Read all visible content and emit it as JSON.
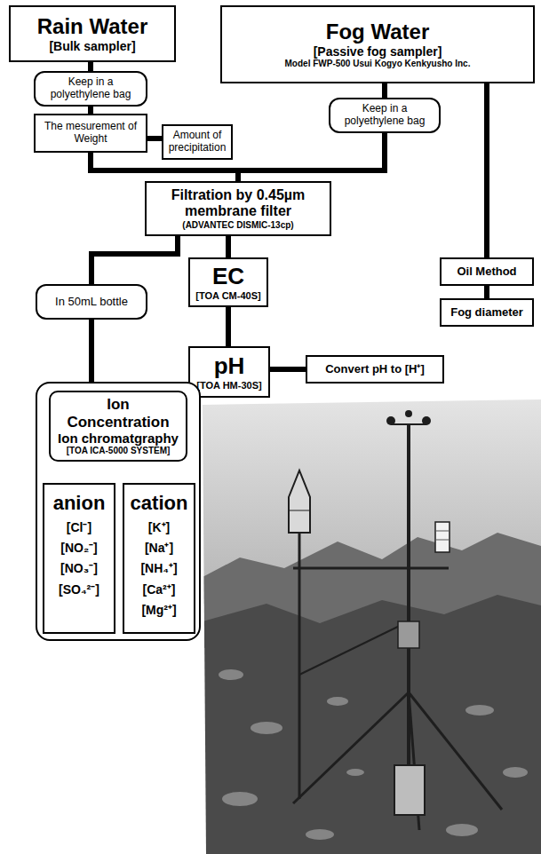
{
  "diagram": {
    "nodes": [
      {
        "text": [
          "Rain Water",
          "[Bulk sampler]"
        ]
      },
      {
        "text": [
          "Fog Water",
          "[Passive fog sampler]",
          "Model FWP-500 Usui Kogyo Kenkyusho Inc."
        ]
      },
      {
        "text": [
          "Keep in a polyethylene bag"
        ]
      },
      {
        "text": [
          "The mesurement of Weight"
        ]
      },
      {
        "text": [
          "Amount of precipitation"
        ]
      },
      {
        "text": [
          "Keep in a polyethylene bag"
        ]
      },
      {
        "text": [
          "Filtration by 0.45µm membrane filter",
          "(ADVANTEC DISMIC-13cp)"
        ]
      },
      {
        "text": [
          "Oil Method"
        ]
      },
      {
        "text": [
          "Fog diameter"
        ]
      },
      {
        "text": [
          "In 50mL bottle"
        ]
      },
      {
        "text": [
          "EC",
          "[TOA CM-40S]"
        ]
      },
      {
        "text": [
          "pH",
          "[TOA HM-30S]"
        ]
      },
      {
        "text": [
          "Convert pH to [H⁺]"
        ]
      },
      {
        "text": [
          "Ion Concentration",
          "Ion chromatgraphy",
          "[TOA ICA-5000 SYSTEM]"
        ]
      },
      {
        "text": [
          "anion",
          "[Cl⁻]",
          "[NO₂⁻]",
          "[NO₃⁻]",
          "[SO₄²⁻]"
        ],
        "in": 13
      },
      {
        "text": [
          "cation",
          "[K⁺]",
          "[Na⁺]",
          "[NH₄⁺]",
          "[Ca²⁺]",
          "[Mg²⁺]"
        ],
        "in": 13
      }
    ],
    "edges": [
      {
        "from": 0,
        "to": 2,
        "arrow": "none"
      },
      {
        "from": 2,
        "to": 3,
        "arrow": "none"
      },
      {
        "from": 3,
        "to": 4,
        "arrow": "none"
      },
      {
        "from": 1,
        "to": 5,
        "arrow": "none"
      },
      {
        "from": 3,
        "to": 6,
        "arrow": "none"
      },
      {
        "from": 5,
        "to": 6,
        "arrow": "none"
      },
      {
        "from": 1,
        "to": 7,
        "arrow": "none"
      },
      {
        "from": 7,
        "to": 8,
        "arrow": "none"
      },
      {
        "from": 6,
        "to": 9,
        "arrow": "none"
      },
      {
        "from": 6,
        "to": 10,
        "arrow": "none"
      },
      {
        "from": 10,
        "to": 11,
        "arrow": "none"
      },
      {
        "from": 11,
        "to": 12,
        "arrow": "none"
      },
      {
        "from": 9,
        "to": 13,
        "arrow": "none"
      },
      {
        "from": 13,
        "to": 14,
        "arrow": "none"
      },
      {
        "from": 13,
        "to": 15,
        "arrow": "none"
      }
    ]
  }
}
